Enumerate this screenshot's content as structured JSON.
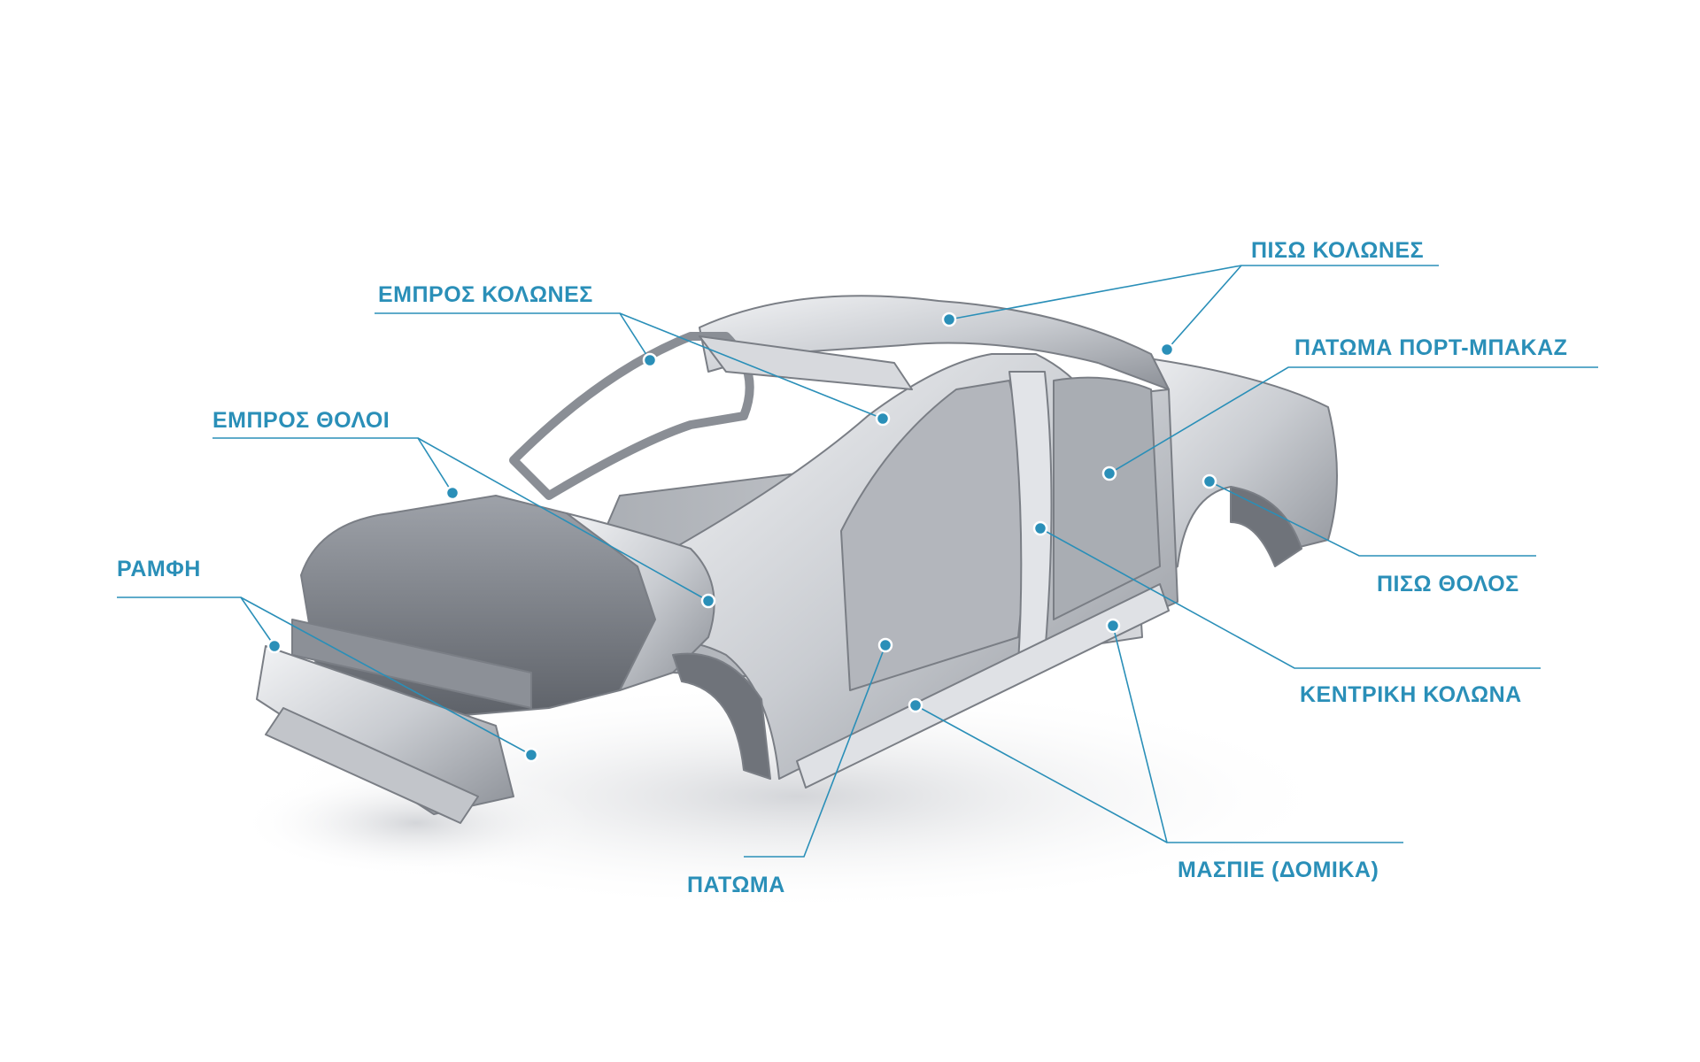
{
  "labels": {
    "front_pillars": "ΕΜΠΡΟΣ ΚΟΛΩΝΕΣ",
    "front_domes": "ΕΜΠΡΟΣ ΘΟΛΟΙ",
    "seam": "ΡΑΜΦΗ",
    "floor": "ΠΑΤΩΜΑ",
    "rear_pillars": "ΠΙΣΩ ΚΟΛΩΝΕΣ",
    "trunk_floor": "ΠΑΤΩΜΑ ΠΟΡΤ-ΜΠΑΚΑΖ",
    "rear_dome": "ΠΙΣΩ ΘΟΛΟΣ",
    "center_pillar": "ΚΕΝΤΡΙΚΗ ΚΟΛΩΝΑ",
    "sills": "ΜΑΣΠΙΕ (ΔΟΜΙΚΑ)"
  },
  "colors": {
    "accent": "#2a8fb8",
    "body_light": "#e6e8ec",
    "body_mid": "#b9bcc2",
    "body_dark": "#6c7078"
  }
}
